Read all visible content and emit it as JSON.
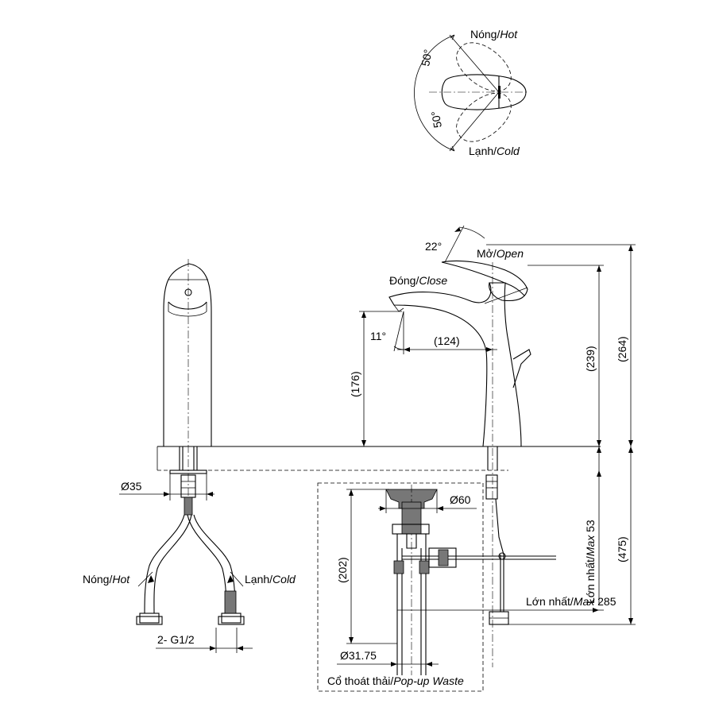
{
  "handle_rotation": {
    "hot_label": "Nóng/",
    "hot_label_en": "Hot",
    "cold_label": "Lạnh/",
    "cold_label_en": "Cold",
    "angle_upper": "50°",
    "angle_lower": "50°"
  },
  "side_view": {
    "lever_angle": "22°",
    "open_label": "Mở/",
    "open_label_en": "Open",
    "close_label": "Đóng/",
    "close_label_en": "Close",
    "spout_angle": "11°",
    "spout_reach": "(124)",
    "spout_height": "(176)",
    "body_height": "(239)",
    "total_height": "(264)",
    "below_deck_height": "(475)",
    "max_thickness": "Lớn nhất/",
    "max_thickness_en": "Max",
    "max_thickness_value": " 53",
    "max_rod": "Lớn nhất/",
    "max_rod_en": "Max",
    "max_rod_value": " 285"
  },
  "front_view": {
    "shank_diameter": "Ø35",
    "hot_label": "Nóng/",
    "hot_label_en": "Hot",
    "cold_label": "Lạnh/",
    "cold_label_en": "Cold",
    "connection": "2- G1/2"
  },
  "waste": {
    "flange_diameter": "Ø60",
    "height": "(202)",
    "tail_diameter": "Ø31.75",
    "caption": "Cổ thoát thải/",
    "caption_en": "Pop-up Waste"
  }
}
